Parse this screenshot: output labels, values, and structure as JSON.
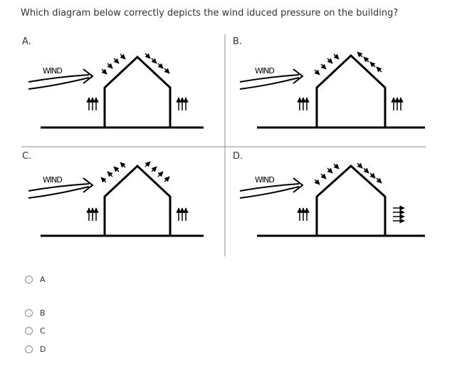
{
  "question": "Which diagram below correctly depicts the wind iduced pressure on the building?",
  "panels": [
    {
      "label": "A.",
      "wind_label": "WIND"
    },
    {
      "label": "B.",
      "wind_label": "WIND"
    },
    {
      "label": "C.",
      "wind_label": "WIND"
    },
    {
      "label": "D.",
      "wind_label": "WIND"
    }
  ],
  "options": [
    {
      "label": "A"
    },
    {
      "label": "B"
    },
    {
      "label": "C"
    },
    {
      "label": "D"
    }
  ],
  "colors": {
    "text": "#333333",
    "line": "#000000",
    "divider": "#8c8c8c",
    "radio_border": "#8a8a8a"
  }
}
